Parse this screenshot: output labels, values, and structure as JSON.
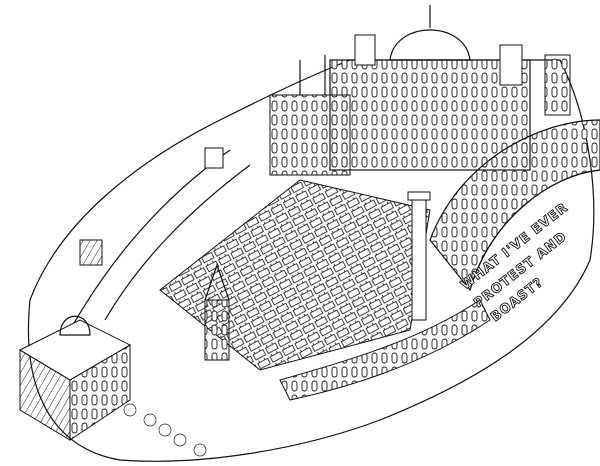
{
  "illustration": {
    "inscription_lines": [
      "WHAT I'VE EVER",
      "PROTEST AND",
      "BOAST?"
    ],
    "ink_color": "#111111",
    "paper_color": "#ffffff"
  }
}
